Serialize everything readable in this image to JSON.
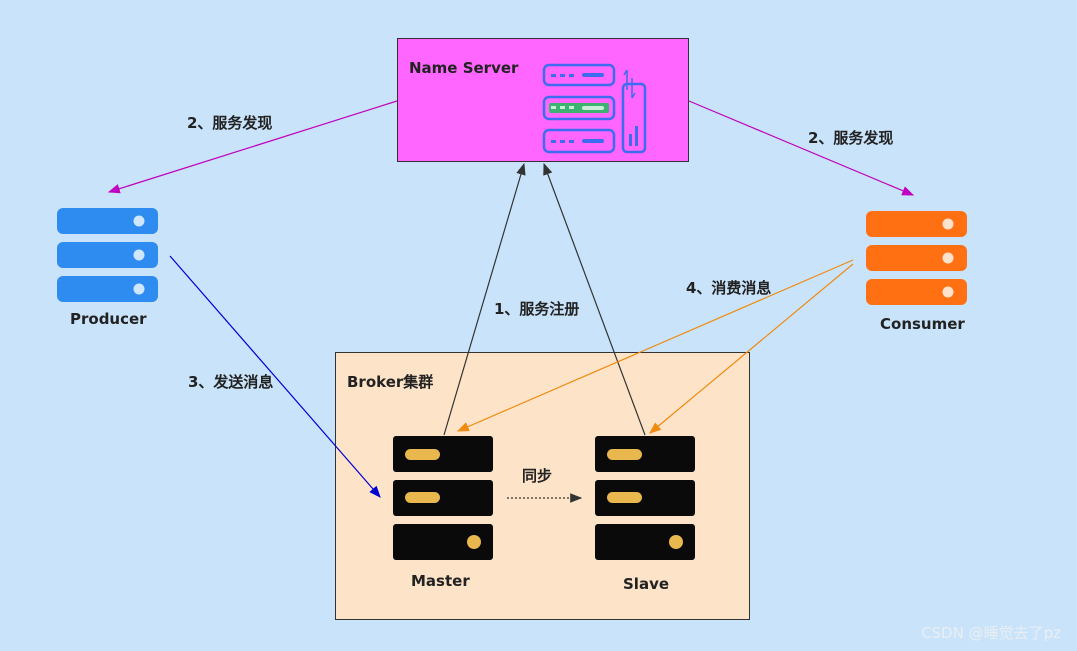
{
  "name_server": {
    "label": "Name Server"
  },
  "producer": {
    "label": "Producer"
  },
  "consumer": {
    "label": "Consumer"
  },
  "broker": {
    "title": "Broker集群",
    "master_label": "Master",
    "slave_label": "Slave",
    "sync_label": "同步"
  },
  "edges": {
    "discover_left": "2、服务发现",
    "discover_right": "2、服务发现",
    "register": "1、服务注册",
    "send": "3、发送消息",
    "consume": "4、消费消息"
  },
  "watermark": "CSDN @睡觉去了pz",
  "colors": {
    "background": "#c9e4fa",
    "name_server_fill": "#ff66ff",
    "broker_fill": "#fde4c9",
    "producer": "#2e8cf0",
    "consumer": "#ff7012",
    "server_dark": "#0a0a0a",
    "server_slot": "#e8b84f",
    "discover_arrow": "#c000c0",
    "send_arrow": "#0000d0",
    "consume_arrow": "#f08a10",
    "register_arrow": "#333333"
  }
}
